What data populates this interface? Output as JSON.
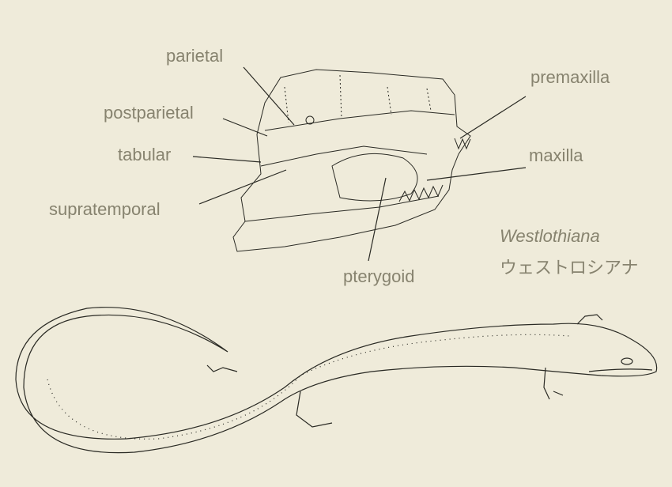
{
  "labels": {
    "parietal": "parietal",
    "postparietal": "postparietal",
    "tabular": "tabular",
    "supratemporal": "supratemporal",
    "pterygoid": "pterygoid",
    "premaxilla": "premaxilla",
    "maxilla": "maxilla"
  },
  "species": {
    "latin": "Westlothiana",
    "japanese": "ウェストロシアナ"
  },
  "colors": {
    "background": "#efebda",
    "label": "#87836f",
    "line": "#2a2a24"
  }
}
